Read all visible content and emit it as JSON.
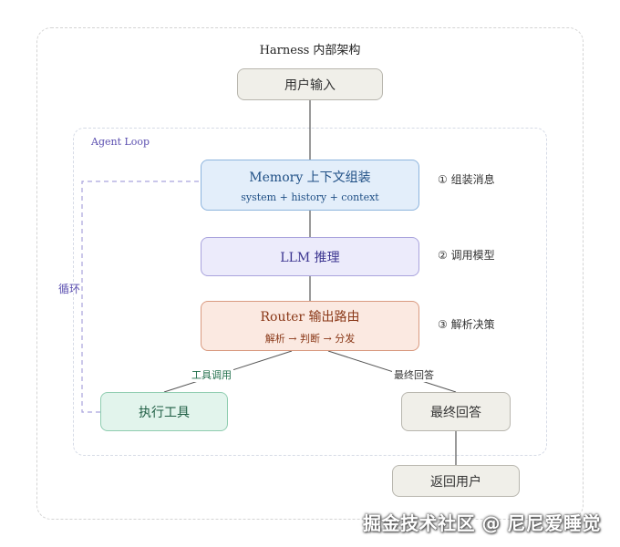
{
  "title": "Harness 内部架构",
  "loop_label": "Agent Loop",
  "user_input": "用户输入",
  "memory": {
    "title": "Memory 上下文组装",
    "subtitle": "system + history + context"
  },
  "llm": {
    "title": "LLM 推理"
  },
  "router": {
    "title": "Router 输出路由",
    "subtitle": "解析 → 判断 → 分发"
  },
  "execute_tool": "执行工具",
  "final_answer": "最终回答",
  "return_user": "返回用户",
  "steps": [
    "① 组装消息",
    "② 调用模型",
    "③ 解析决策"
  ],
  "edges": {
    "tool_call": "工具调用",
    "final_answer": "最终回答"
  },
  "cycle_label": "循环",
  "watermark": "掘金技术社区 @ 尼尼爱睡觉",
  "colors": {
    "memory": "#e3eefa",
    "llm": "#ecebfb",
    "router": "#fbe9e1",
    "tool": "#e2f4ec",
    "neutral": "#f0efe9"
  }
}
